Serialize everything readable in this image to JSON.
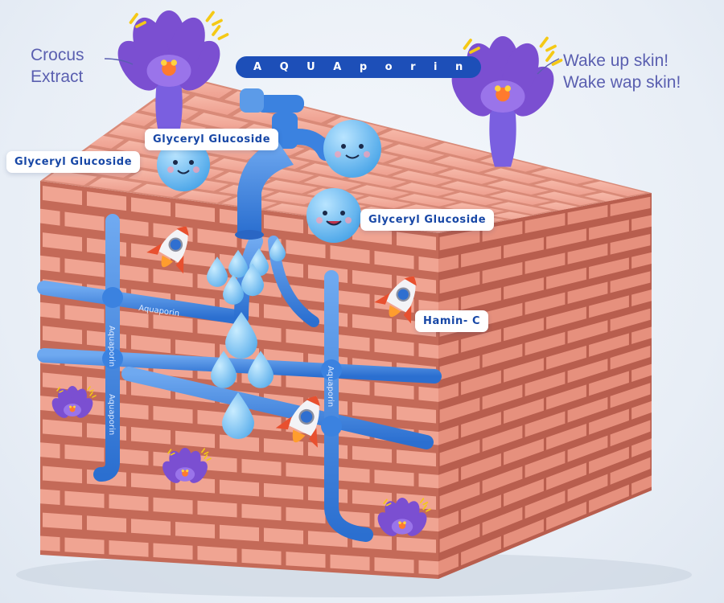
{
  "title_pill": "A Q U A p o r i n",
  "labels": {
    "crocus_line1": "Crocus",
    "crocus_line2": "Extract",
    "wake_line1": "Wake up skin!",
    "wake_line2": "Wake wap skin!",
    "glyceryl_1": "Glyceryl Glucoside",
    "glyceryl_2": "Glyceryl Glucoside",
    "glyceryl_3": "Glyceryl Glucoside",
    "hamin": "Hamin- C"
  },
  "pipe_texts": [
    "Aquaporin",
    "Aquaporin",
    "Aquaporin",
    "Aquaporin"
  ],
  "colors": {
    "brick": "#f0a492",
    "brick_dark": "#d97f6c",
    "mortar": "#c46a58",
    "pipe": "#3b82e0",
    "droplet": "#7ec3f5",
    "flower": "#7b4fd1",
    "label_text": "#1747a6"
  },
  "icons": [
    "water-faucet-icon",
    "rocket-icon",
    "crocus-flower-icon",
    "water-droplet-icon",
    "smiling-water-drop-character"
  ]
}
